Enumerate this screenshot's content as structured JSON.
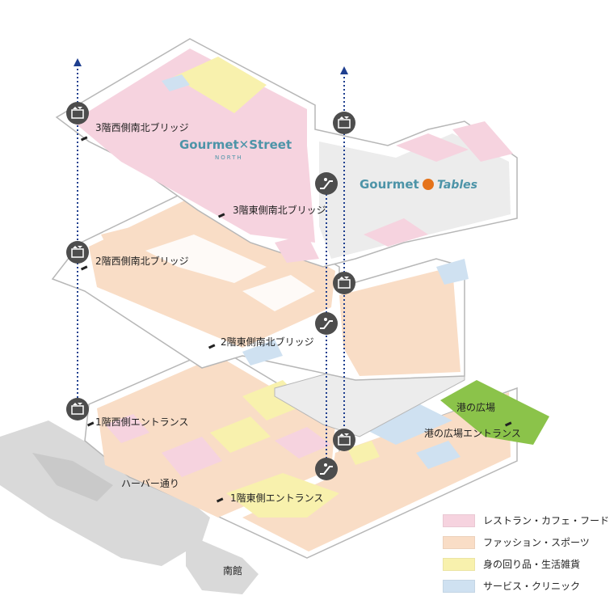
{
  "colors": {
    "restaurant": "#f6d3df",
    "fashion": "#f9ddc6",
    "goods": "#f8f1ad",
    "service": "#cfe1f1",
    "gray_area": "#ececec",
    "plaza": "#8bc34a",
    "outline": "#b7b7b7",
    "connector": "#1f3f8f",
    "icon_bg": "#4d4d4d"
  },
  "brands": {
    "gourmet_street": {
      "main": "Gourmet✕Street",
      "sub": "NORTH"
    },
    "gourmet_tables": {
      "left": "Gourmet",
      "right": "Tables"
    }
  },
  "labels": {
    "f3_west_bridge": "3階西側南北ブリッジ",
    "f3_east_bridge": "3階東側南北ブリッジ",
    "f2_west_bridge": "2階西側南北ブリッジ",
    "f2_east_bridge": "2階東側南北ブリッジ",
    "f1_west_entrance": "1階西側エントランス",
    "f1_east_entrance": "1階東側エントランス",
    "harbor_street": "ハーバー通り",
    "south_building": "南館",
    "port_plaza": "港の広場",
    "port_plaza_entrance": "港の広場エントランス"
  },
  "legend": [
    {
      "label": "レストラン・カフェ・フード",
      "color": "#f6d3df"
    },
    {
      "label": "ファッション・スポーツ",
      "color": "#f9ddc6"
    },
    {
      "label": "身の回り品・生活雑貨",
      "color": "#f8f1ad"
    },
    {
      "label": "サービス・クリニック",
      "color": "#cfe1f1"
    }
  ],
  "icons": {
    "elevator": "elevator-icon",
    "escalator": "escalator-icon"
  }
}
